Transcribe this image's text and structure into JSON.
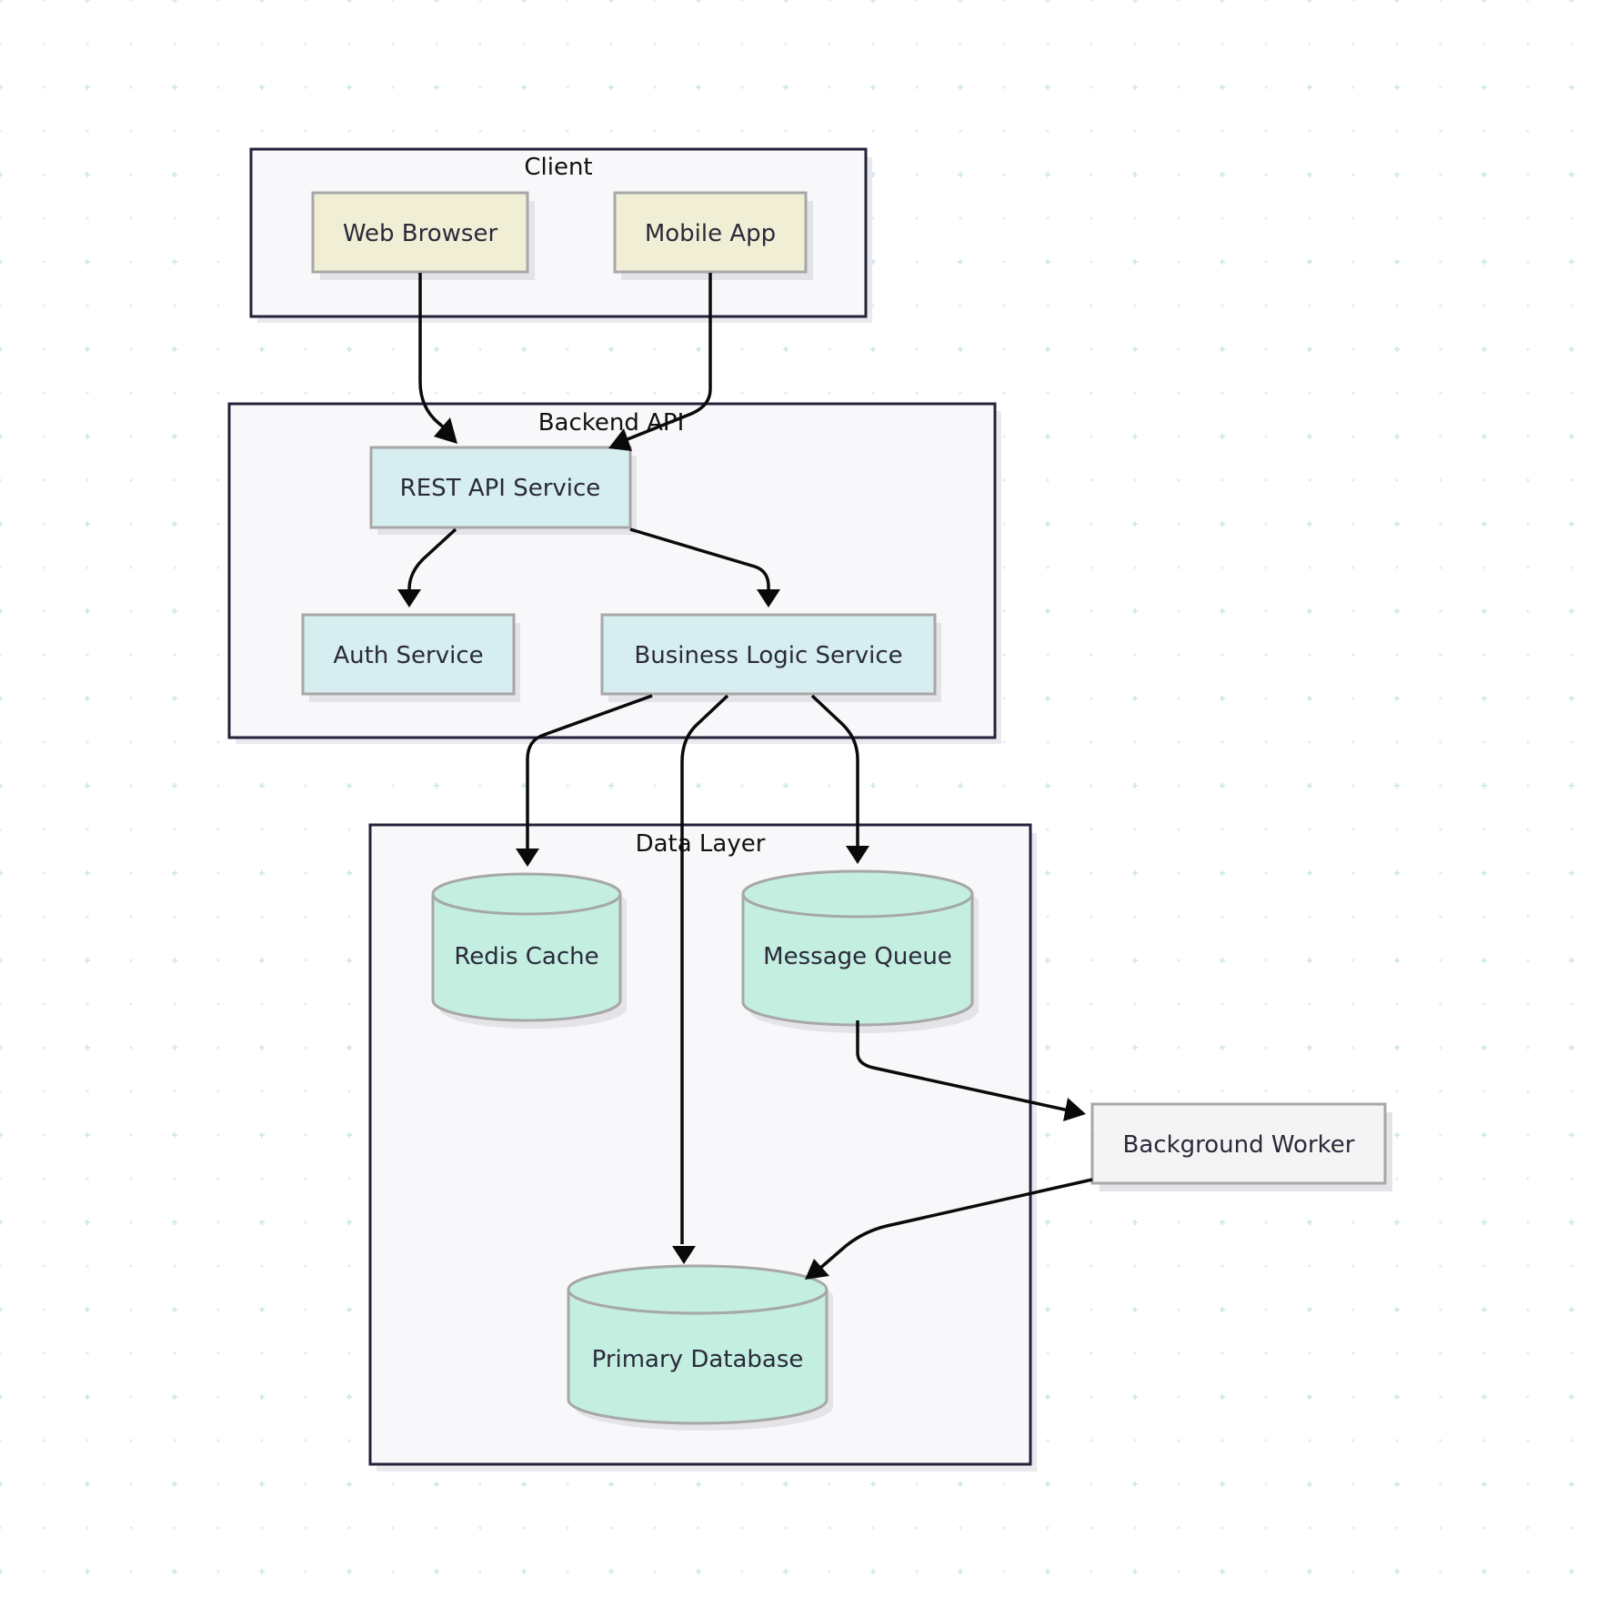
{
  "colors": {
    "background": "#ffffff",
    "grid_cross": "#d4eaea",
    "group_fill": "#f8f8fb",
    "group_border": "#24223a",
    "client_node_fill": "#f0efd6",
    "service_node_fill": "#d6eef0",
    "datastore_fill": "#c3eee0",
    "worker_fill": "#f4f4f4",
    "node_border": "#a7a7a7",
    "edge": "#0a0a0a"
  },
  "groups": {
    "client": "Client",
    "backend": "Backend API",
    "data": "Data Layer"
  },
  "nodes": {
    "web_browser": "Web Browser",
    "mobile_app": "Mobile App",
    "rest_api": "REST API Service",
    "auth": "Auth Service",
    "business_logic": "Business Logic Service",
    "redis": "Redis Cache",
    "message_queue": "Message Queue",
    "primary_db": "Primary Database",
    "background_worker": "Background Worker"
  },
  "edges": [
    {
      "from": "Web Browser",
      "to": "REST API Service"
    },
    {
      "from": "Mobile App",
      "to": "REST API Service"
    },
    {
      "from": "REST API Service",
      "to": "Auth Service"
    },
    {
      "from": "REST API Service",
      "to": "Business Logic Service"
    },
    {
      "from": "Business Logic Service",
      "to": "Redis Cache"
    },
    {
      "from": "Business Logic Service",
      "to": "Primary Database"
    },
    {
      "from": "Business Logic Service",
      "to": "Message Queue"
    },
    {
      "from": "Message Queue",
      "to": "Background Worker"
    },
    {
      "from": "Background Worker",
      "to": "Primary Database"
    }
  ]
}
